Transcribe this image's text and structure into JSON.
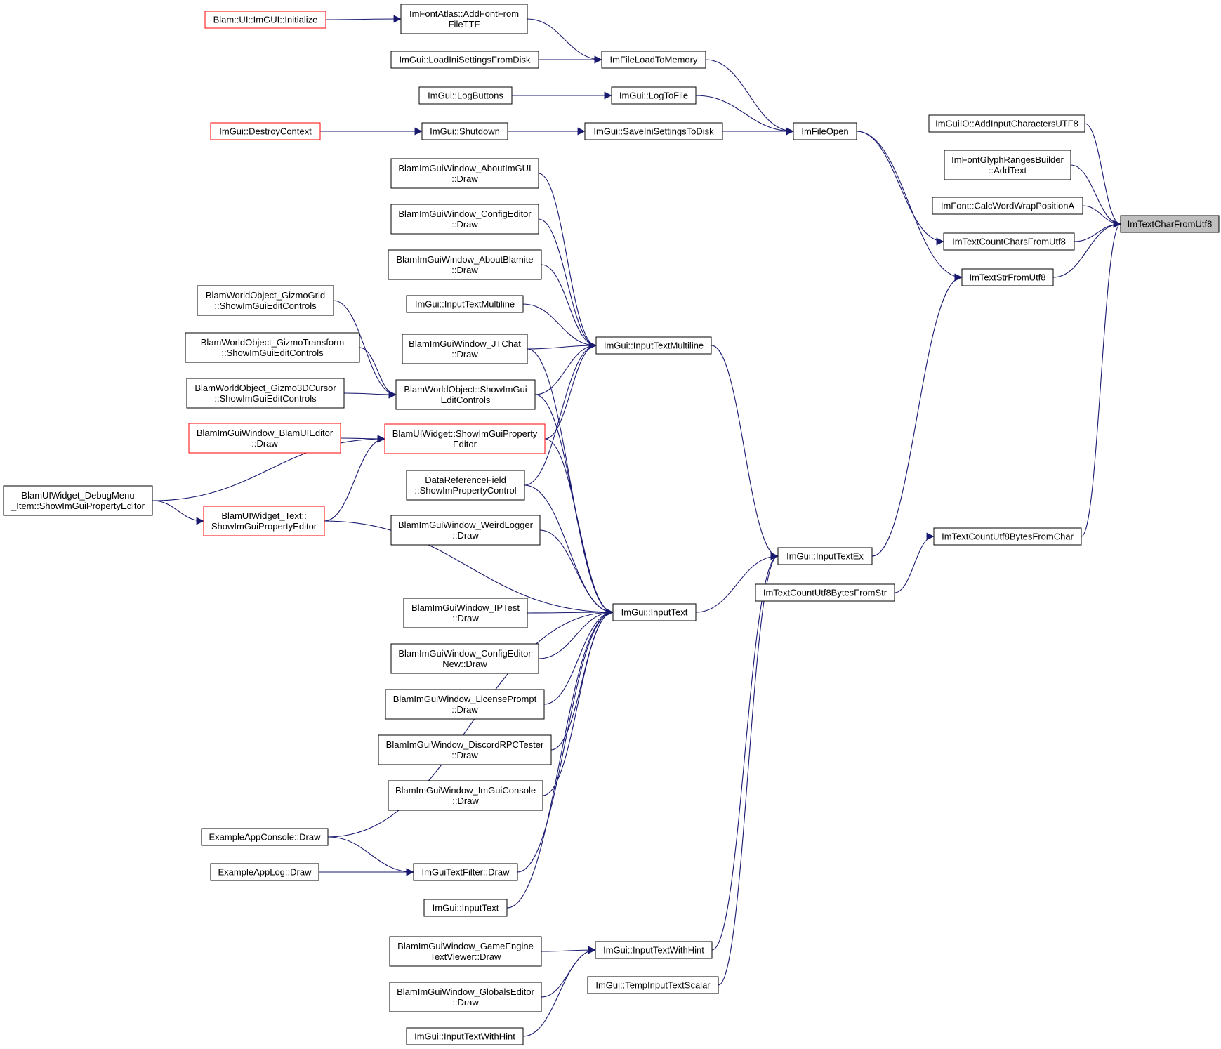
{
  "nodes": {
    "n_initialize": {
      "lines": [
        "Blam::UI::ImGUI::Initialize"
      ],
      "style": "red"
    },
    "n_addfont": {
      "lines": [
        "ImFontAtlas::AddFontFrom",
        "FileTTF"
      ],
      "style": "normal"
    },
    "n_loadini": {
      "lines": [
        "ImGui::LoadIniSettingsFromDisk"
      ],
      "style": "normal"
    },
    "n_fileload": {
      "lines": [
        "ImFileLoadToMemory"
      ],
      "style": "normal"
    },
    "n_logbuttons": {
      "lines": [
        "ImGui::LogButtons"
      ],
      "style": "normal"
    },
    "n_logtofile": {
      "lines": [
        "ImGui::LogToFile"
      ],
      "style": "normal"
    },
    "n_destroy": {
      "lines": [
        "ImGui::DestroyContext"
      ],
      "style": "red"
    },
    "n_shutdown": {
      "lines": [
        "ImGui::Shutdown"
      ],
      "style": "normal"
    },
    "n_saveini": {
      "lines": [
        "ImGui::SaveIniSettingsToDisk"
      ],
      "style": "normal"
    },
    "n_fileopen": {
      "lines": [
        "ImFileOpen"
      ],
      "style": "normal"
    },
    "n_aboutimgui": {
      "lines": [
        "BlamImGuiWindow_AboutImGUI",
        "::Draw"
      ],
      "style": "normal"
    },
    "n_configeditor": {
      "lines": [
        "BlamImGuiWindow_ConfigEditor",
        "::Draw"
      ],
      "style": "normal"
    },
    "n_aboutblamite": {
      "lines": [
        "BlamImGuiWindow_AboutBlamite",
        "::Draw"
      ],
      "style": "normal"
    },
    "n_gizmogrid": {
      "lines": [
        "BlamWorldObject_GizmoGrid",
        "::ShowImGuiEditControls"
      ],
      "style": "normal"
    },
    "n_itm_callee": {
      "lines": [
        "ImGui::InputTextMultiline"
      ],
      "style": "normal"
    },
    "n_gizmotransform": {
      "lines": [
        "BlamWorldObject_GizmoTransform",
        "::ShowImGuiEditControls"
      ],
      "style": "normal"
    },
    "n_jtchat": {
      "lines": [
        "BlamImGuiWindow_JTChat",
        "::Draw"
      ],
      "style": "normal"
    },
    "n_itm": {
      "lines": [
        "ImGui::InputTextMultiline"
      ],
      "style": "normal"
    },
    "n_gizmo3d": {
      "lines": [
        "BlamWorldObject_Gizmo3DCursor",
        "::ShowImGuiEditControls"
      ],
      "style": "normal"
    },
    "n_worldobj": {
      "lines": [
        "BlamWorldObject::ShowImGui",
        "EditControls"
      ],
      "style": "normal"
    },
    "n_uieditor": {
      "lines": [
        "BlamImGuiWindow_BlamUIEditor",
        "::Draw"
      ],
      "style": "red"
    },
    "n_uiwidget": {
      "lines": [
        "BlamUIWidget::ShowImGuiProperty",
        "Editor"
      ],
      "style": "red"
    },
    "n_dataref": {
      "lines": [
        "DataReferenceField",
        "::ShowImPropertyControl"
      ],
      "style": "normal"
    },
    "n_debugmenu": {
      "lines": [
        "BlamUIWidget_DebugMenu",
        "_Item::ShowImGuiPropertyEditor"
      ],
      "style": "normal"
    },
    "n_widgettext": {
      "lines": [
        "BlamUIWidget_Text::",
        "ShowImGuiPropertyEditor"
      ],
      "style": "red"
    },
    "n_weirdlogger": {
      "lines": [
        "BlamImGuiWindow_WeirdLogger",
        "::Draw"
      ],
      "style": "normal"
    },
    "n_iptest": {
      "lines": [
        "BlamImGuiWindow_IPTest",
        "::Draw"
      ],
      "style": "normal"
    },
    "n_inputtext": {
      "lines": [
        "ImGui::InputText"
      ],
      "style": "normal"
    },
    "n_configeditornew": {
      "lines": [
        "BlamImGuiWindow_ConfigEditor",
        "New::Draw"
      ],
      "style": "normal"
    },
    "n_license": {
      "lines": [
        "BlamImGuiWindow_LicensePrompt",
        "::Draw"
      ],
      "style": "normal"
    },
    "n_discord": {
      "lines": [
        "BlamImGuiWindow_DiscordRPCTester",
        "::Draw"
      ],
      "style": "normal"
    },
    "n_console": {
      "lines": [
        "BlamImGuiWindow_ImGuiConsole",
        "::Draw"
      ],
      "style": "normal"
    },
    "n_exconsole": {
      "lines": [
        "ExampleAppConsole::Draw"
      ],
      "style": "normal"
    },
    "n_exlog": {
      "lines": [
        "ExampleAppLog::Draw"
      ],
      "style": "normal"
    },
    "n_textfilter": {
      "lines": [
        "ImGuiTextFilter::Draw"
      ],
      "style": "normal"
    },
    "n_inputtext2": {
      "lines": [
        "ImGui::InputText"
      ],
      "style": "normal"
    },
    "n_gameengine": {
      "lines": [
        "BlamImGuiWindow_GameEngine",
        "TextViewer::Draw"
      ],
      "style": "normal"
    },
    "n_globals": {
      "lines": [
        "BlamImGuiWindow_GlobalsEditor",
        "::Draw"
      ],
      "style": "normal"
    },
    "n_itwh": {
      "lines": [
        "ImGui::InputTextWithHint"
      ],
      "style": "normal"
    },
    "n_itwh_callee": {
      "lines": [
        "ImGui::InputTextWithHint"
      ],
      "style": "normal"
    },
    "n_tempinput": {
      "lines": [
        "ImGui::TempInputTextScalar"
      ],
      "style": "normal"
    },
    "n_inputtextex": {
      "lines": [
        "ImGui::InputTextEx"
      ],
      "style": "normal"
    },
    "n_utf8fromstr": {
      "lines": [
        "ImTextCountUtf8BytesFromStr"
      ],
      "style": "normal"
    },
    "n_utf8fromchar": {
      "lines": [
        "ImTextCountUtf8BytesFromChar"
      ],
      "style": "normal"
    },
    "n_addinput": {
      "lines": [
        "ImGuiIO::AddInputCharactersUTF8"
      ],
      "style": "normal"
    },
    "n_glyphranges": {
      "lines": [
        "ImFontGlyphRangesBuilder",
        "::AddText"
      ],
      "style": "normal"
    },
    "n_wordwrap": {
      "lines": [
        "ImFont::CalcWordWrapPositionA"
      ],
      "style": "normal"
    },
    "n_countchars": {
      "lines": [
        "ImTextCountCharsFromUtf8"
      ],
      "style": "normal"
    },
    "n_strfromutf8": {
      "lines": [
        "ImTextStrFromUtf8"
      ],
      "style": "normal"
    },
    "n_charfromutf8": {
      "lines": [
        "ImTextCharFromUtf8"
      ],
      "style": "current"
    }
  },
  "edges": [
    [
      "n_initialize",
      "n_addfont"
    ],
    [
      "n_addfont",
      "n_fileload"
    ],
    [
      "n_loadini",
      "n_fileload"
    ],
    [
      "n_fileload",
      "n_fileopen"
    ],
    [
      "n_logbuttons",
      "n_logtofile"
    ],
    [
      "n_logtofile",
      "n_fileopen"
    ],
    [
      "n_destroy",
      "n_shutdown"
    ],
    [
      "n_shutdown",
      "n_saveini"
    ],
    [
      "n_saveini",
      "n_fileopen"
    ],
    [
      "n_fileopen",
      "n_countchars"
    ],
    [
      "n_fileopen",
      "n_strfromutf8"
    ],
    [
      "n_addinput",
      "n_charfromutf8"
    ],
    [
      "n_glyphranges",
      "n_charfromutf8"
    ],
    [
      "n_wordwrap",
      "n_charfromutf8"
    ],
    [
      "n_countchars",
      "n_charfromutf8"
    ],
    [
      "n_strfromutf8",
      "n_charfromutf8"
    ],
    [
      "n_utf8fromchar",
      "n_charfromutf8"
    ],
    [
      "n_aboutimgui",
      "n_itm"
    ],
    [
      "n_configeditor",
      "n_itm"
    ],
    [
      "n_aboutblamite",
      "n_itm"
    ],
    [
      "n_itm_callee",
      "n_itm"
    ],
    [
      "n_jtchat",
      "n_itm"
    ],
    [
      "n_worldobj",
      "n_itm"
    ],
    [
      "n_uiwidget",
      "n_itm"
    ],
    [
      "n_dataref",
      "n_itm"
    ],
    [
      "n_gizmogrid",
      "n_worldobj"
    ],
    [
      "n_gizmotransform",
      "n_worldobj"
    ],
    [
      "n_gizmo3d",
      "n_worldobj"
    ],
    [
      "n_uieditor",
      "n_uiwidget"
    ],
    [
      "n_debugmenu",
      "n_uiwidget"
    ],
    [
      "n_debugmenu",
      "n_widgettext"
    ],
    [
      "n_widgettext",
      "n_uiwidget"
    ],
    [
      "n_itm",
      "n_inputtextex"
    ],
    [
      "n_inputtext",
      "n_inputtextex"
    ],
    [
      "n_itwh",
      "n_inputtextex"
    ],
    [
      "n_tempinput",
      "n_inputtextex"
    ],
    [
      "n_inputtextex",
      "n_strfromutf8"
    ],
    [
      "n_utf8fromstr",
      "n_utf8fromchar"
    ],
    [
      "n_jtchat",
      "n_inputtext"
    ],
    [
      "n_worldobj",
      "n_inputtext"
    ],
    [
      "n_uiwidget",
      "n_inputtext"
    ],
    [
      "n_dataref",
      "n_inputtext"
    ],
    [
      "n_widgettext",
      "n_inputtext"
    ],
    [
      "n_weirdlogger",
      "n_inputtext"
    ],
    [
      "n_iptest",
      "n_inputtext"
    ],
    [
      "n_configeditornew",
      "n_inputtext"
    ],
    [
      "n_license",
      "n_inputtext"
    ],
    [
      "n_discord",
      "n_inputtext"
    ],
    [
      "n_console",
      "n_inputtext"
    ],
    [
      "n_exconsole",
      "n_inputtext"
    ],
    [
      "n_textfilter",
      "n_inputtext"
    ],
    [
      "n_inputtext2",
      "n_inputtext"
    ],
    [
      "n_exconsole",
      "n_textfilter"
    ],
    [
      "n_exlog",
      "n_textfilter"
    ],
    [
      "n_gameengine",
      "n_itwh"
    ],
    [
      "n_globals",
      "n_itwh"
    ],
    [
      "n_itwh_callee",
      "n_itwh"
    ]
  ]
}
